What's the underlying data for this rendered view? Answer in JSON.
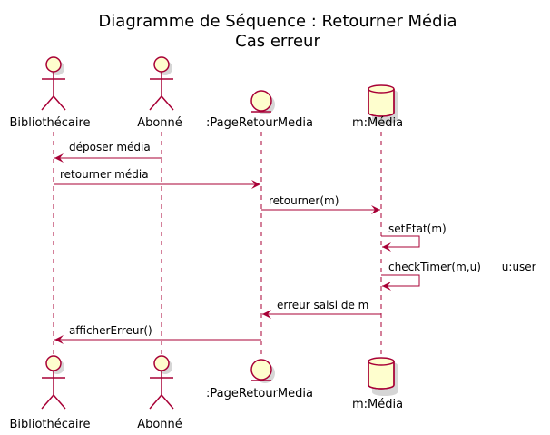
{
  "diagram": {
    "title_line1": "Diagramme de Séquence : Retourner Média",
    "title_line2": "Cas erreur",
    "participants": [
      {
        "id": "bibliothecaire",
        "label": "Bibliothécaire",
        "kind": "actor"
      },
      {
        "id": "abonne",
        "label": "Abonné",
        "kind": "actor"
      },
      {
        "id": "page-retour",
        "label": ":PageRetourMedia",
        "kind": "entity"
      },
      {
        "id": "media",
        "label": "m:Média",
        "kind": "database"
      }
    ],
    "messages": [
      {
        "from": "abonne",
        "to": "bibliothecaire",
        "label": "déposer média"
      },
      {
        "from": "bibliothecaire",
        "to": "page-retour",
        "label": "retourner média"
      },
      {
        "from": "page-retour",
        "to": "media",
        "label": "retourner(m)"
      },
      {
        "from": "media",
        "to": "media",
        "label": "setEtat(m)"
      },
      {
        "from": "media",
        "to": "media",
        "label": "checkTimer(m,u)      u:user"
      },
      {
        "from": "media",
        "to": "page-retour",
        "label": "erreur saisi de m"
      },
      {
        "from": "page-retour",
        "to": "bibliothecaire",
        "label": "afficherErreur()"
      }
    ],
    "colors": {
      "line": "#A80036",
      "fill": "#FEFECE",
      "background": "#FFFFFF"
    }
  }
}
